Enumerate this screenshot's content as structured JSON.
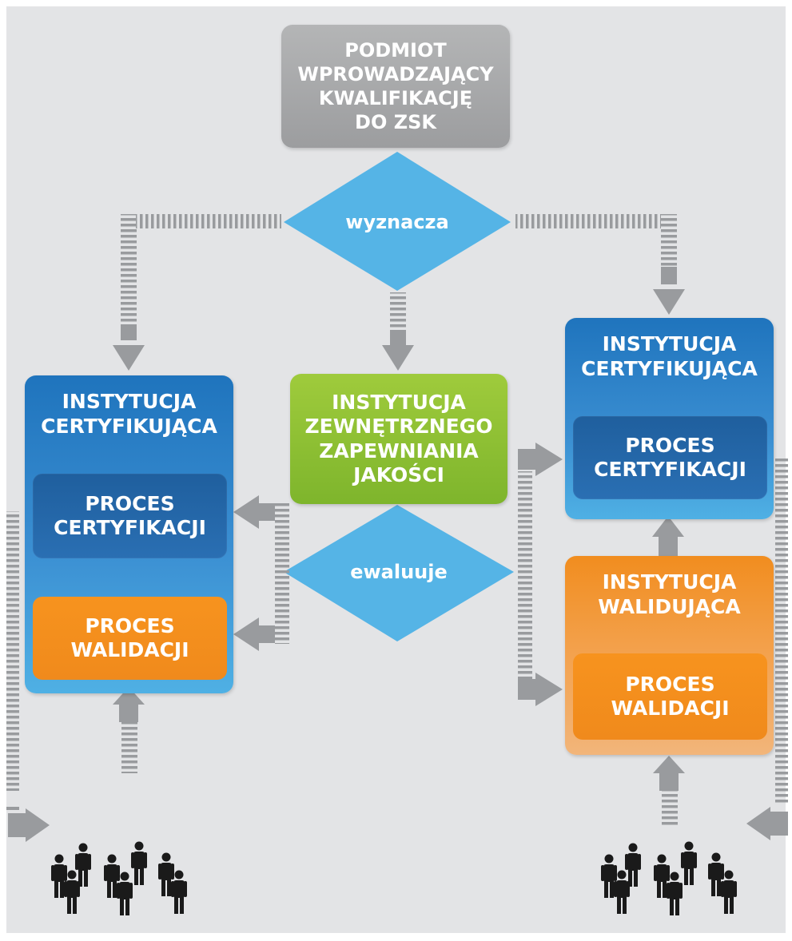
{
  "top_entity": {
    "label": "PODMIOT\nWPROWADZAJĄCY\nKWALIFIKACJĘ\nDO ZSK"
  },
  "diamond_appoints": {
    "label": "wyznacza"
  },
  "diamond_evaluates": {
    "label": "ewaluuje"
  },
  "quality_institution": {
    "label": "INSTYTUCJA\nZEWNĘTRZNEGO\nZAPEWNIANIA\nJAKOŚCI"
  },
  "left_certifying": {
    "title": "INSTYTUCJA\nCERTYFIKUJĄCA",
    "certification_process": "PROCES\nCERTYFIKACJI",
    "validation_process": "PROCES\nWALIDACJI"
  },
  "right_certifying": {
    "title": "INSTYTUCJA\nCERTYFIKUJĄCA",
    "certification_process": "PROCES\nCERTYFIKACJI"
  },
  "right_validating": {
    "title": "INSTYTUCJA\nWALIDUJĄCA",
    "validation_process": "PROCES\nWALIDACJI"
  },
  "colors": {
    "background": "#e3e4e6",
    "grey_box": "#a8a9ab",
    "diamond": "#55b4e6",
    "green": "#8dc63f",
    "blue": "#2a7bc4",
    "orange": "#f7931e",
    "arrow": "#999b9e",
    "people": "#1a1a1a"
  },
  "icons": [
    "person-icon",
    "arrow-icon"
  ]
}
